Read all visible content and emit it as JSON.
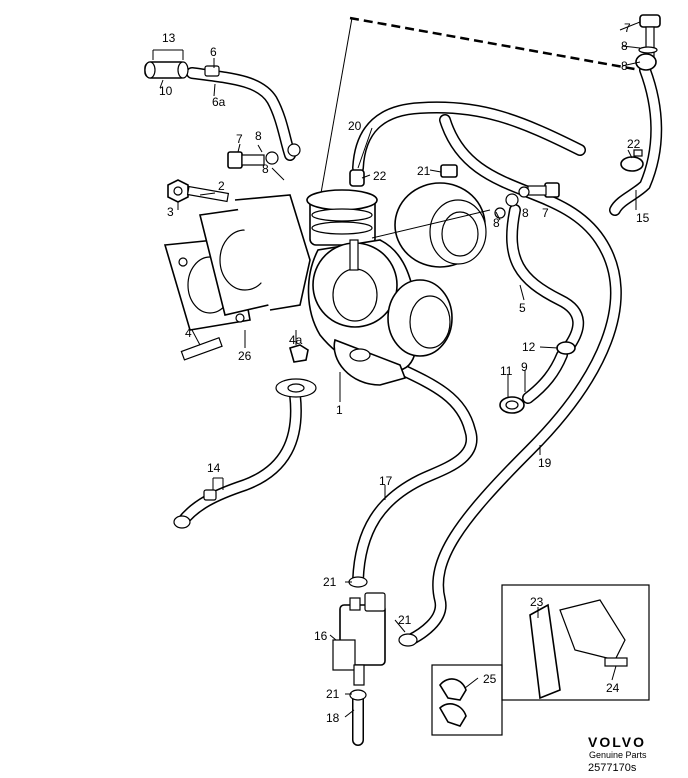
{
  "callouts": [
    "13",
    "10",
    "6",
    "6a",
    "7",
    "8",
    "8",
    "2",
    "3",
    "4",
    "26",
    "4a",
    "1",
    "14",
    "20",
    "22",
    "21",
    "22",
    "8",
    "7",
    "8",
    "7",
    "8",
    "8",
    "22",
    "15",
    "5",
    "12",
    "9",
    "11",
    "19",
    "17",
    "21",
    "21",
    "16",
    "21",
    "18",
    "23",
    "24",
    "25"
  ],
  "brand": {
    "name": "VOLVO",
    "subtitle": "Genuine Parts",
    "code": "2577170s"
  }
}
